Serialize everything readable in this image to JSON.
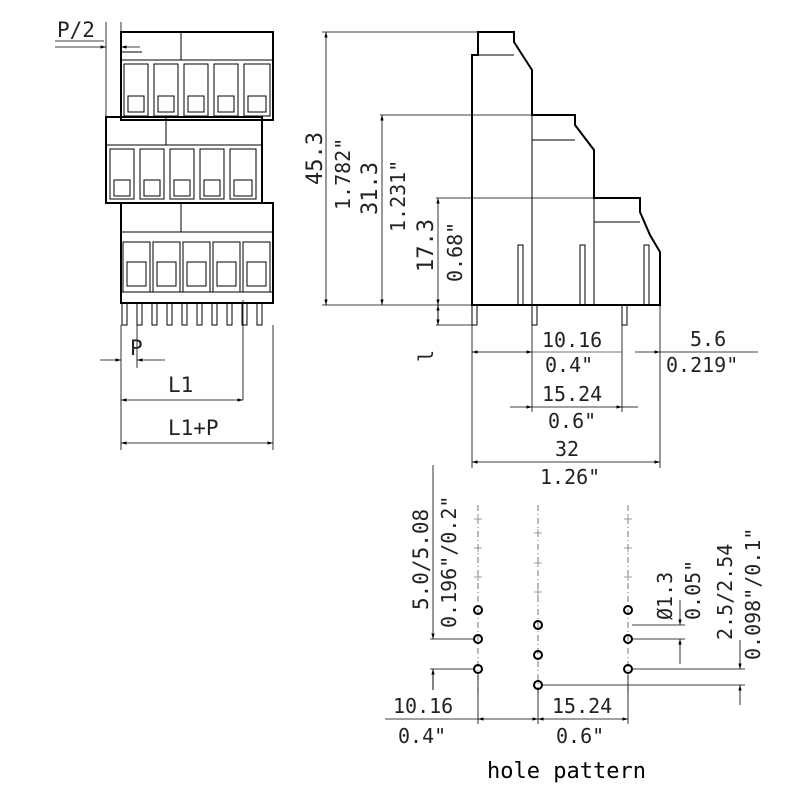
{
  "front_view": {
    "labels": {
      "half_pitch": "P/2",
      "pitch": "P",
      "length": "L1",
      "length_plus_pitch": "L1+P"
    }
  },
  "side_view": {
    "labels": {
      "height_top_mm": "45.3",
      "height_top_in": "1.782\"",
      "height_mid_mm": "31.3",
      "height_mid_in": "1.231\"",
      "height_low_mm": "17.3",
      "height_low_in": "0.68\"",
      "pin_length": "l",
      "spacing_a_mm": "10.16",
      "spacing_a_in": "0.4\"",
      "offset_mm": "5.6",
      "offset_in": "0.219\"",
      "spacing_b_mm": "15.24",
      "spacing_b_in": "0.6\"",
      "depth_mm": "32",
      "depth_in": "1.26\""
    }
  },
  "hole_pattern": {
    "labels": {
      "pitch_mm": "5.0/5.08",
      "pitch_in": "0.196\"/0.2\"",
      "hole_dia_mm": "Ø1.3",
      "hole_dia_in": "0.05\"",
      "row_pitch_mm": "2.5/2.54",
      "row_pitch_in": "0.098\"/0.1\"",
      "spacing_a_mm": "10.16",
      "spacing_a_in": "0.4\"",
      "spacing_b_mm": "15.24",
      "spacing_b_in": "0.6\""
    },
    "caption": "hole pattern"
  }
}
